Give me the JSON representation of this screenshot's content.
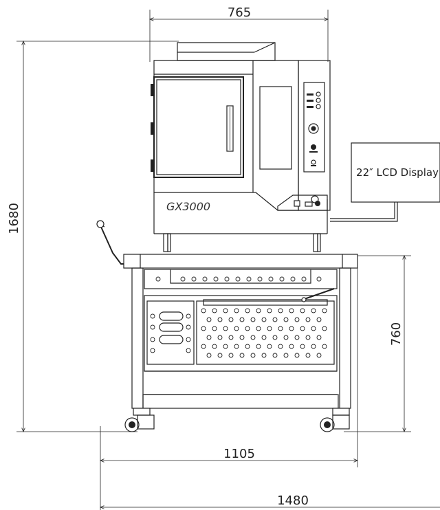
{
  "dimensions": {
    "top_width": "765",
    "total_height": "1680",
    "table_height": "760",
    "table_width": "1105",
    "total_width": "1480"
  },
  "display_label": "22″ LCD Display",
  "model_name": "GX3000"
}
